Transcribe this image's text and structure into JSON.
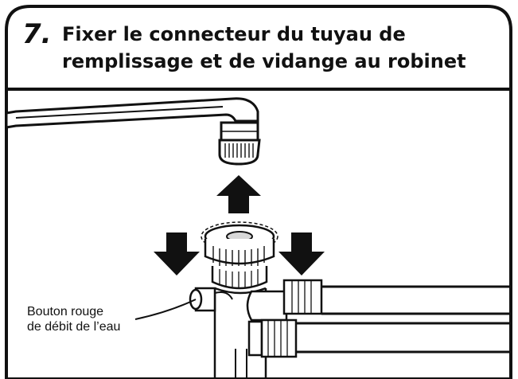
{
  "step": {
    "number": "7.",
    "title_line_1": "Fixer le connecteur du tuyau de",
    "title_line_2": "remplissage et de vidange au robinet"
  },
  "callout": {
    "line_1": "Bouton rouge",
    "line_2": "de débit de l’eau"
  },
  "icons": {
    "faucet": "faucet-icon",
    "connector": "connector-icon",
    "arrow_up": "arrow-up-icon",
    "arrow_down_left": "arrow-down-icon",
    "arrow_down_right": "arrow-down-icon"
  }
}
